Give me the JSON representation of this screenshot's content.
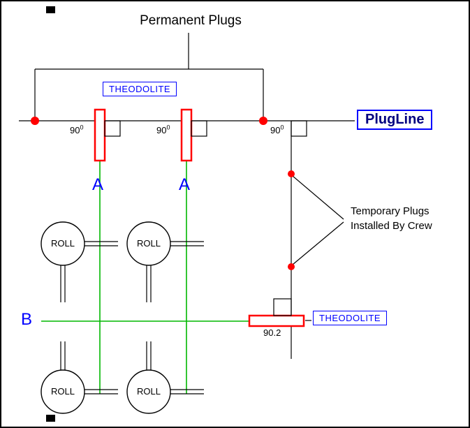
{
  "diagram": {
    "title": "Permanent Plugs",
    "plugline_label": "PlugLine",
    "theodolite_top_label": "THEODOLITE",
    "theodolite_bottom_label": "THEODOLITE",
    "temporary_plugs": {
      "line1": "Temporary Plugs",
      "line2": "Installed By Crew"
    },
    "angle": {
      "base": "90",
      "sup": "0"
    },
    "angle_bottom": "90.2",
    "line_a_label": "A",
    "line_b_label": "B",
    "roll_label": "ROLL",
    "colors": {
      "plug_red": "#ff0000",
      "sightline_green": "#00b800",
      "label_blue": "#0000ff",
      "plugline_text": "#000080",
      "line_black": "#000000"
    }
  }
}
